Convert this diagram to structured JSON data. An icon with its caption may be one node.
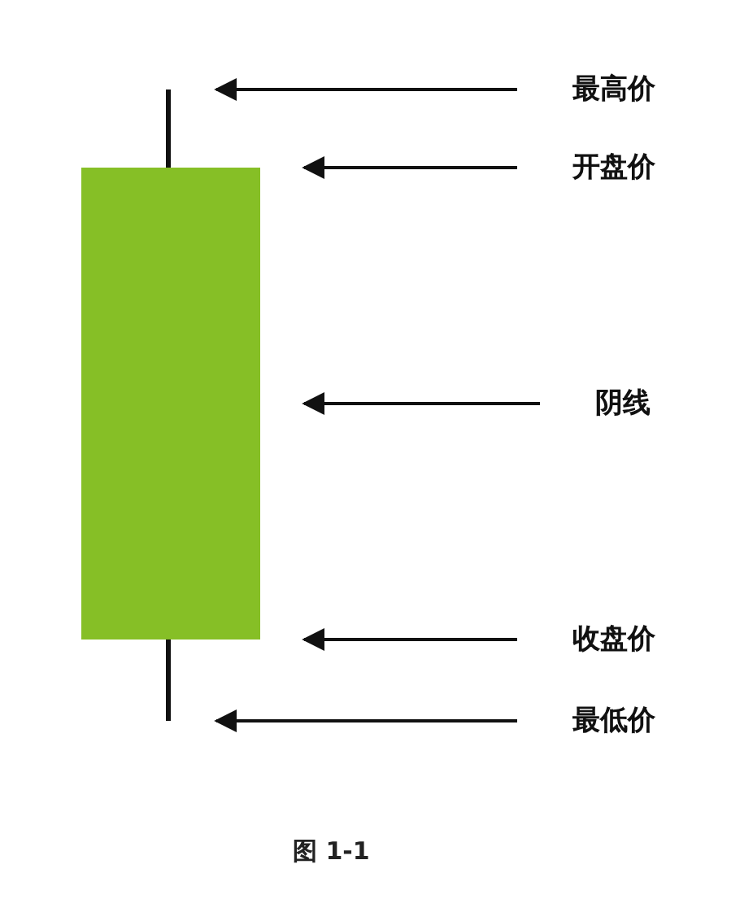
{
  "diagram": {
    "caption": "图 1-1",
    "nodes": [
      {
        "text": [],
        "shape": "line"
      },
      {
        "text": [],
        "shape": "bar"
      },
      {
        "text": [],
        "shape": "line"
      },
      {
        "text": [
          "最高价"
        ]
      },
      {
        "text": [
          "开盘价"
        ]
      },
      {
        "text": [
          "阴线"
        ]
      },
      {
        "text": [
          "收盘价"
        ]
      },
      {
        "text": [
          "最低价"
        ]
      }
    ],
    "edges": [
      {
        "from": 3,
        "to": 0,
        "arrow": "to"
      },
      {
        "from": 4,
        "to": 1,
        "arrow": "to"
      },
      {
        "from": 5,
        "to": 1,
        "arrow": "to"
      },
      {
        "from": 6,
        "to": 1,
        "arrow": "to"
      },
      {
        "from": 7,
        "to": 2,
        "arrow": "to"
      }
    ]
  }
}
